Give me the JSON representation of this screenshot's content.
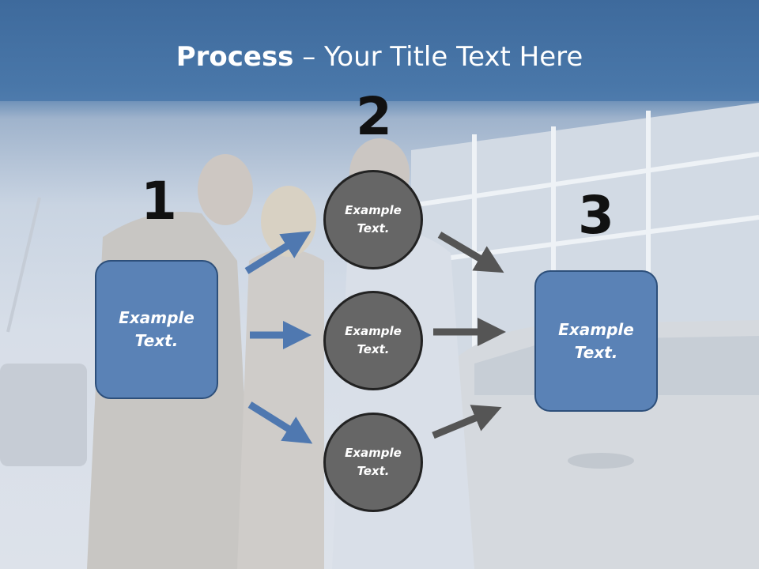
{
  "title": {
    "bold": "Process",
    "rest": " – Your Title Text Here"
  },
  "steps": [
    {
      "number": "1"
    },
    {
      "number": "2"
    },
    {
      "number": "3"
    }
  ],
  "left_box": {
    "line1": "Example",
    "line2": "Text."
  },
  "circles": [
    {
      "line1": "Example",
      "line2": "Text."
    },
    {
      "line1": "Example",
      "line2": "Text."
    },
    {
      "line1": "Example",
      "line2": "Text."
    }
  ],
  "right_box": {
    "line1": "Example",
    "line2": "Text."
  },
  "colors": {
    "title_band": "#4a78aa",
    "box_fill": "#5a82b6",
    "circle_fill": "#666666",
    "arrow_blue": "#4f78b0",
    "arrow_gray": "#555555"
  }
}
